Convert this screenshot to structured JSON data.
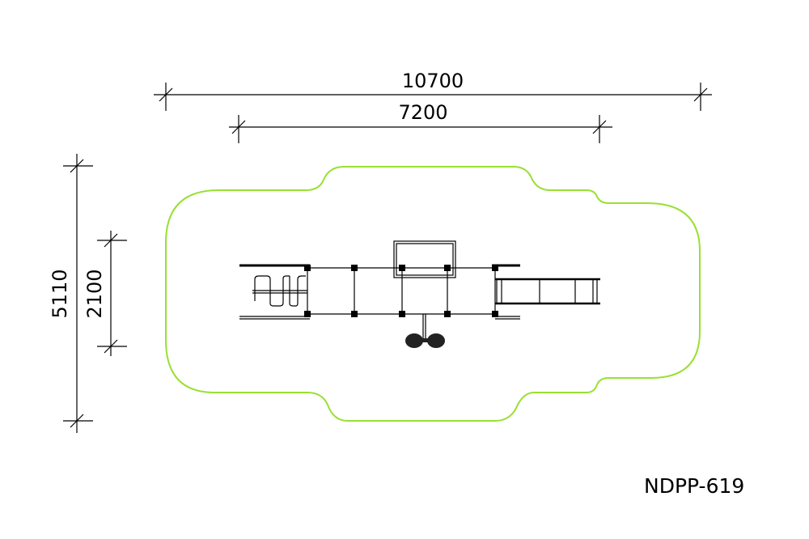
{
  "dimensions": {
    "overall_length": "10700",
    "equipment_length": "7200",
    "overall_width": "5110",
    "equipment_width": "2100"
  },
  "model_code": "NDPP-619",
  "colors": {
    "safety_zone": "#99e033",
    "lines": "#000000"
  }
}
